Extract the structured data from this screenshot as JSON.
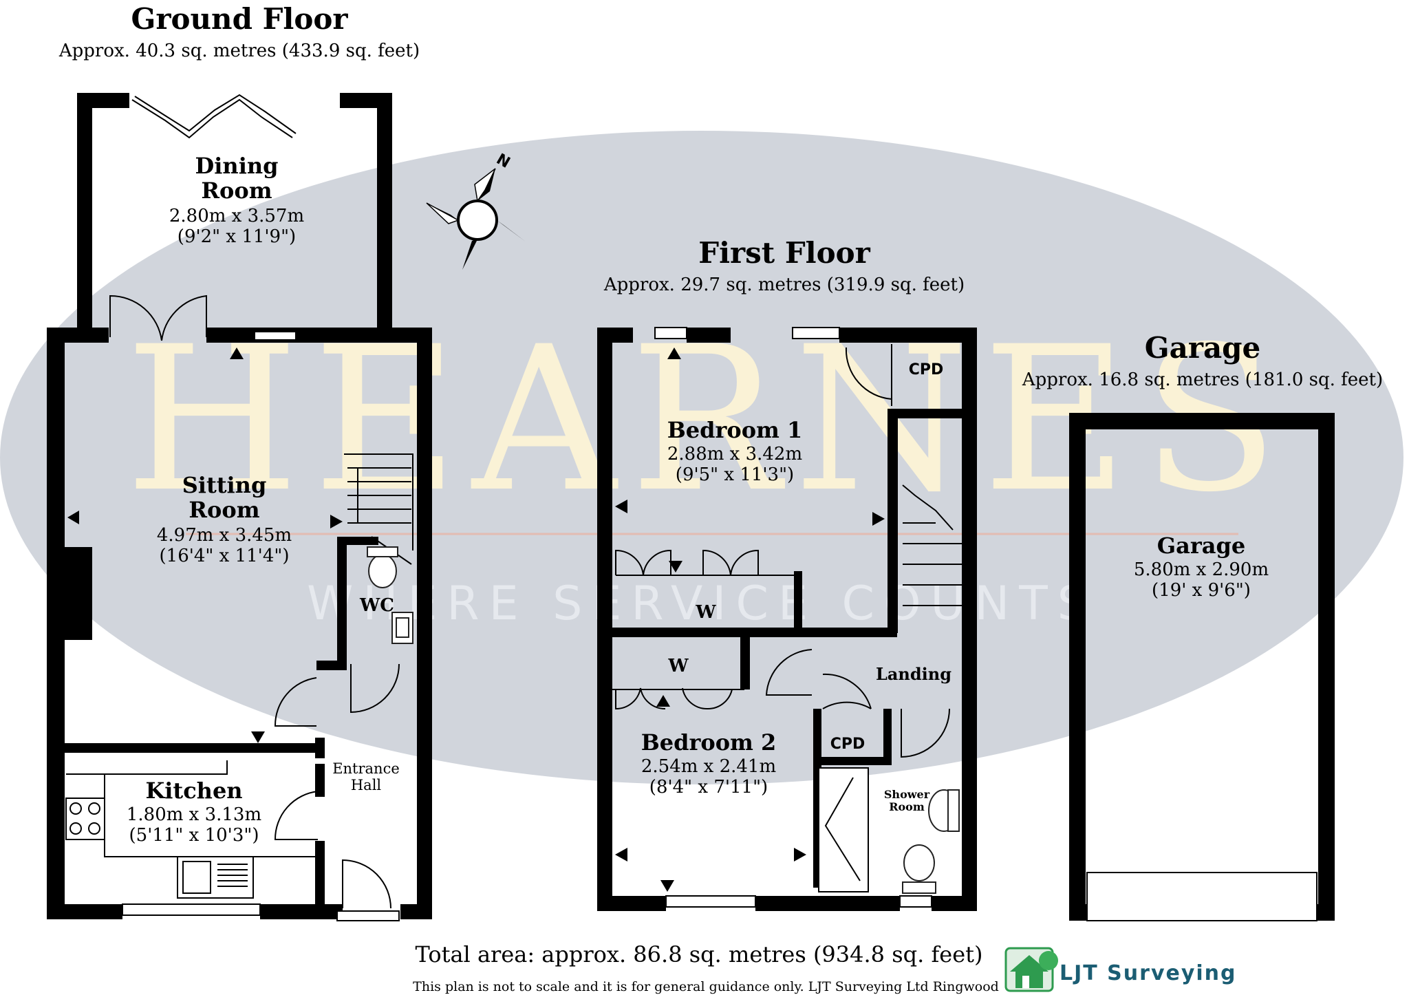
{
  "ground_floor": {
    "title": "Ground Floor",
    "area": "Approx. 40.3 sq. metres (433.9 sq. feet)",
    "rooms": {
      "dining": {
        "name_line1": "Dining",
        "name_line2": "Room",
        "size_m": "2.80m x 3.57m",
        "size_ft": "(9'2\" x 11'9\")"
      },
      "sitting": {
        "name_line1": "Sitting",
        "name_line2": "Room",
        "size_m": "4.97m x 3.45m",
        "size_ft": "(16'4\" x 11'4\")"
      },
      "kitchen": {
        "name": "Kitchen",
        "size_m": "1.80m x 3.13m",
        "size_ft": "(5'11\" x 10'3\")"
      },
      "wc": {
        "name": "WC"
      },
      "hall": {
        "name_line1": "Entrance",
        "name_line2": "Hall"
      }
    }
  },
  "first_floor": {
    "title": "First Floor",
    "area": "Approx. 29.7 sq. metres (319.9 sq. feet)",
    "rooms": {
      "bedroom1": {
        "name": "Bedroom 1",
        "size_m": "2.88m x 3.42m",
        "size_ft": "(9'5\" x 11'3\")"
      },
      "bedroom2": {
        "name": "Bedroom 2",
        "size_m": "2.54m x 2.41m",
        "size_ft": "(8'4\" x 7'11\")"
      },
      "cpd_top": "CPD",
      "cpd_landing": "CPD",
      "landing": "Landing",
      "wardrobe1": "W",
      "wardrobe2": "W",
      "shower_line1": "Shower",
      "shower_line2": "Room"
    }
  },
  "garage": {
    "title": "Garage",
    "area": "Approx. 16.8 sq. metres (181.0 sq. feet)",
    "room": {
      "name": "Garage",
      "size_m": "5.80m x 2.90m",
      "size_ft": "(19' x 9'6\")"
    }
  },
  "watermark": {
    "brand": "HEARNES",
    "tagline": "WHERE SERVICE COUNTS"
  },
  "compass": {
    "north": "N"
  },
  "footer": {
    "total": "Total area: approx. 86.8 sq. metres (934.8 sq. feet)",
    "disclaimer": "This plan is not to scale and it is for general guidance only. LJT Surveying Ltd Ringwood",
    "logo_text": "LJT Surveying"
  },
  "colors": {
    "watermark_ellipse": "#c9ced6",
    "watermark_text": "#fff6d6",
    "logo_green": "#2e9b4f",
    "logo_text": "#1b5d73"
  }
}
